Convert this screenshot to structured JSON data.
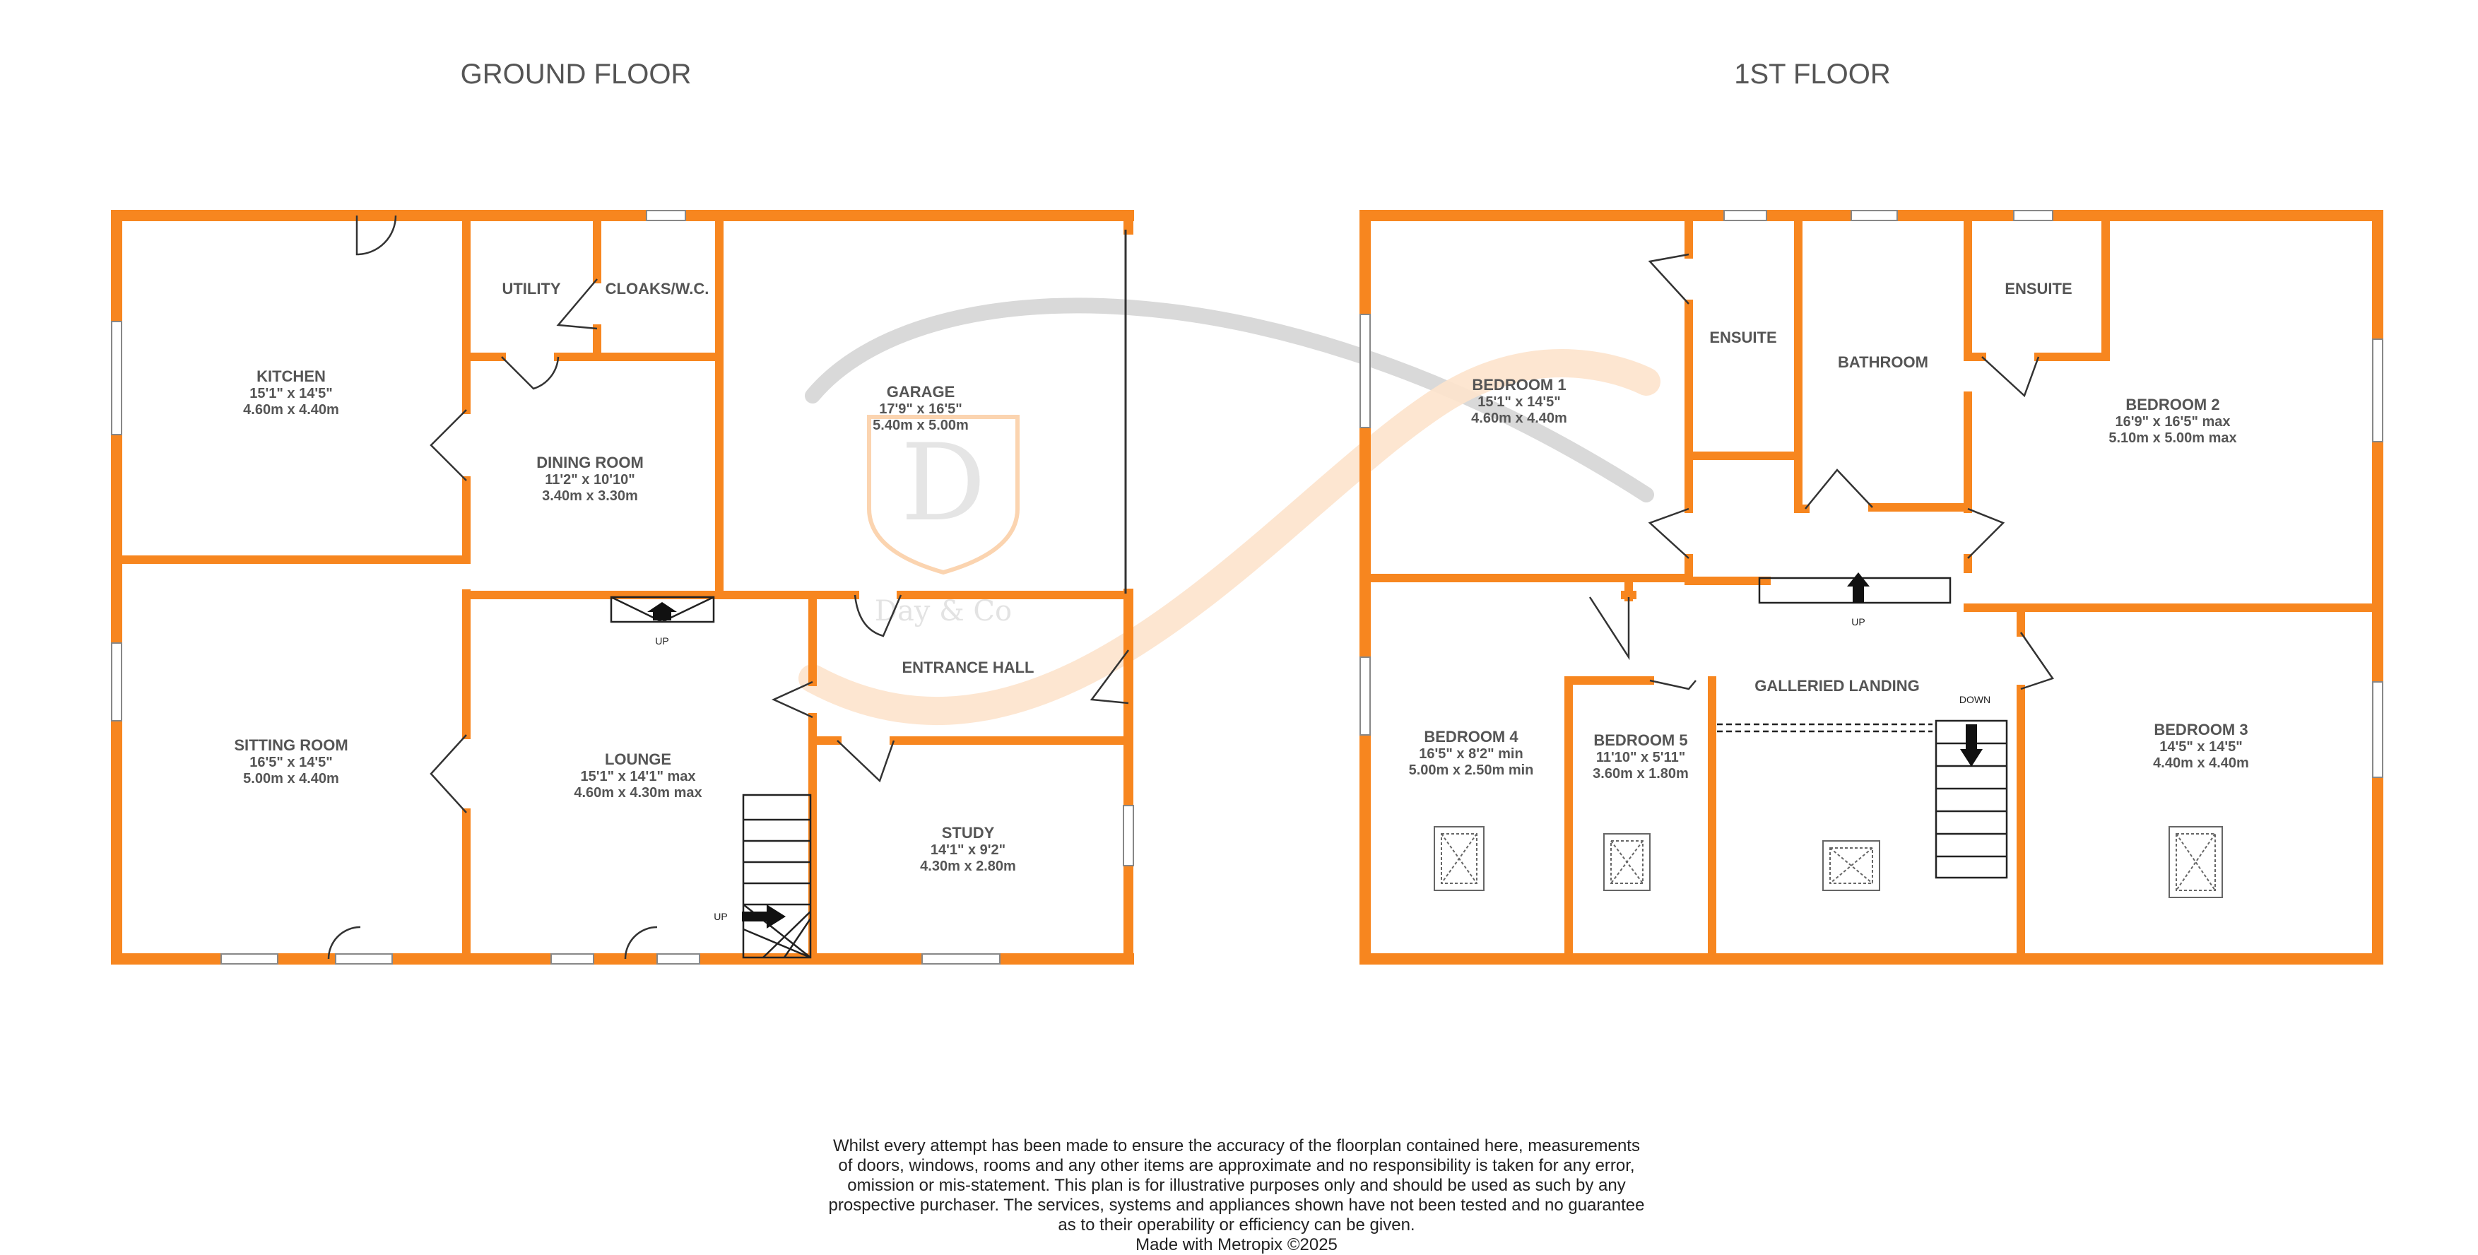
{
  "floors": [
    {
      "title": "GROUND FLOOR"
    },
    {
      "title": "1ST FLOOR"
    }
  ],
  "colors": {
    "wall": "#f7861f",
    "text": "#555555",
    "watermark_grey": "#d0d0d0",
    "watermark_orange": "#fde0c6"
  },
  "ground_rooms": [
    {
      "name": "KITCHEN",
      "imperial": "15'1\"  x 14'5\"",
      "metric": "4.60m  x 4.40m"
    },
    {
      "name": "UTILITY"
    },
    {
      "name": "CLOAKS/W.C."
    },
    {
      "name": "GARAGE",
      "imperial": "17'9\"  x 16'5\"",
      "metric": "5.40m  x 5.00m"
    },
    {
      "name": "DINING ROOM",
      "imperial": "11'2\"  x 10'10\"",
      "metric": "3.40m  x 3.30m"
    },
    {
      "name": "ENTRANCE HALL"
    },
    {
      "name": "SITTING ROOM",
      "imperial": "16'5\"  x 14'5\"",
      "metric": "5.00m  x 4.40m"
    },
    {
      "name": "LOUNGE",
      "imperial": "15'1\"  x 14'1\" max",
      "metric": "4.60m  x 4.30m max"
    },
    {
      "name": "STUDY",
      "imperial": "14'1\"  x 9'2\"",
      "metric": "4.30m  x 2.80m"
    }
  ],
  "first_rooms": [
    {
      "name": "BEDROOM 1",
      "imperial": "15'1\"  x 14'5\"",
      "metric": "4.60m  x 4.40m"
    },
    {
      "name": "ENSUITE"
    },
    {
      "name": "BATHROOM"
    },
    {
      "name": "ENSUITE"
    },
    {
      "name": "BEDROOM 2",
      "imperial": "16'9\"  x 16'5\" max",
      "metric": "5.10m  x 5.00m max"
    },
    {
      "name": "BEDROOM 4",
      "imperial": "16'5\"  x 8'2\" min",
      "metric": "5.00m  x 2.50m min"
    },
    {
      "name": "BEDROOM 5",
      "imperial": "11'10\"  x 5'11\"",
      "metric": "3.60m  x 1.80m"
    },
    {
      "name": "GALLERIED LANDING"
    },
    {
      "name": "BEDROOM 3",
      "imperial": "14'5\"  x 14'5\"",
      "metric": "4.40m  x 4.40m"
    }
  ],
  "stair_labels": {
    "ground_up_lounge": "UP",
    "ground_up_hall": "UP",
    "first_up": "UP",
    "first_down": "DOWN"
  },
  "watermark": {
    "logo_letter": "D",
    "text": "Day & Co"
  },
  "disclaimer": [
    "Whilst every attempt has been made to ensure the accuracy of the floorplan contained here, measurements",
    "of doors, windows, rooms and any other items are approximate and no responsibility is taken for any error,",
    "omission or mis-statement. This plan is for illustrative purposes only and should be used as such by any",
    "prospective purchaser. The services, systems and appliances shown have not been tested and no guarantee",
    "as to their operability or efficiency can be given.",
    "Made with Metropix ©2025"
  ]
}
